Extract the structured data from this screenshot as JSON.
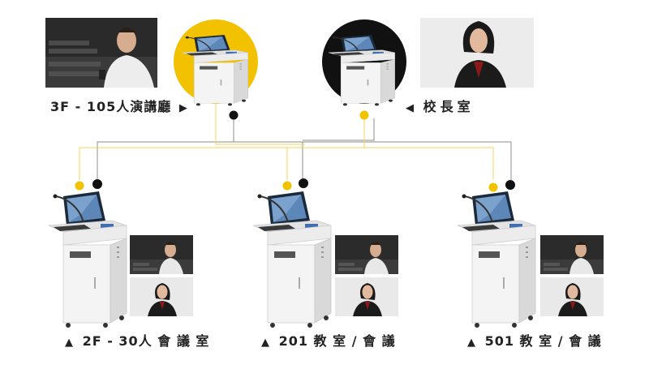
{
  "top_nodes": [
    {
      "id": "auditorium",
      "label": "3F - 105人演講廳",
      "arrow": "▶",
      "circle_color": "#F2C200"
    },
    {
      "id": "principal",
      "label": "校長室",
      "arrow": "◀",
      "circle_color": "#111111"
    }
  ],
  "bottom_nodes": [
    {
      "id": "room-2f",
      "label": "2F - 30人 會 議 室",
      "arrow": "▲"
    },
    {
      "id": "room-201",
      "label": "201 教 室 / 會 議",
      "arrow": "▲"
    },
    {
      "id": "room-501",
      "label": "501 教 室 / 會 議",
      "arrow": "▲"
    }
  ],
  "colors": {
    "yellow": "#F2C200",
    "black": "#111111",
    "line_gray": "#8c8c8c",
    "line_yellow": "#F5D25A",
    "lectern": "#f2f2f2",
    "text": "#222222"
  },
  "icons": [
    "smart-lectern",
    "video-feed",
    "signal-dot"
  ]
}
